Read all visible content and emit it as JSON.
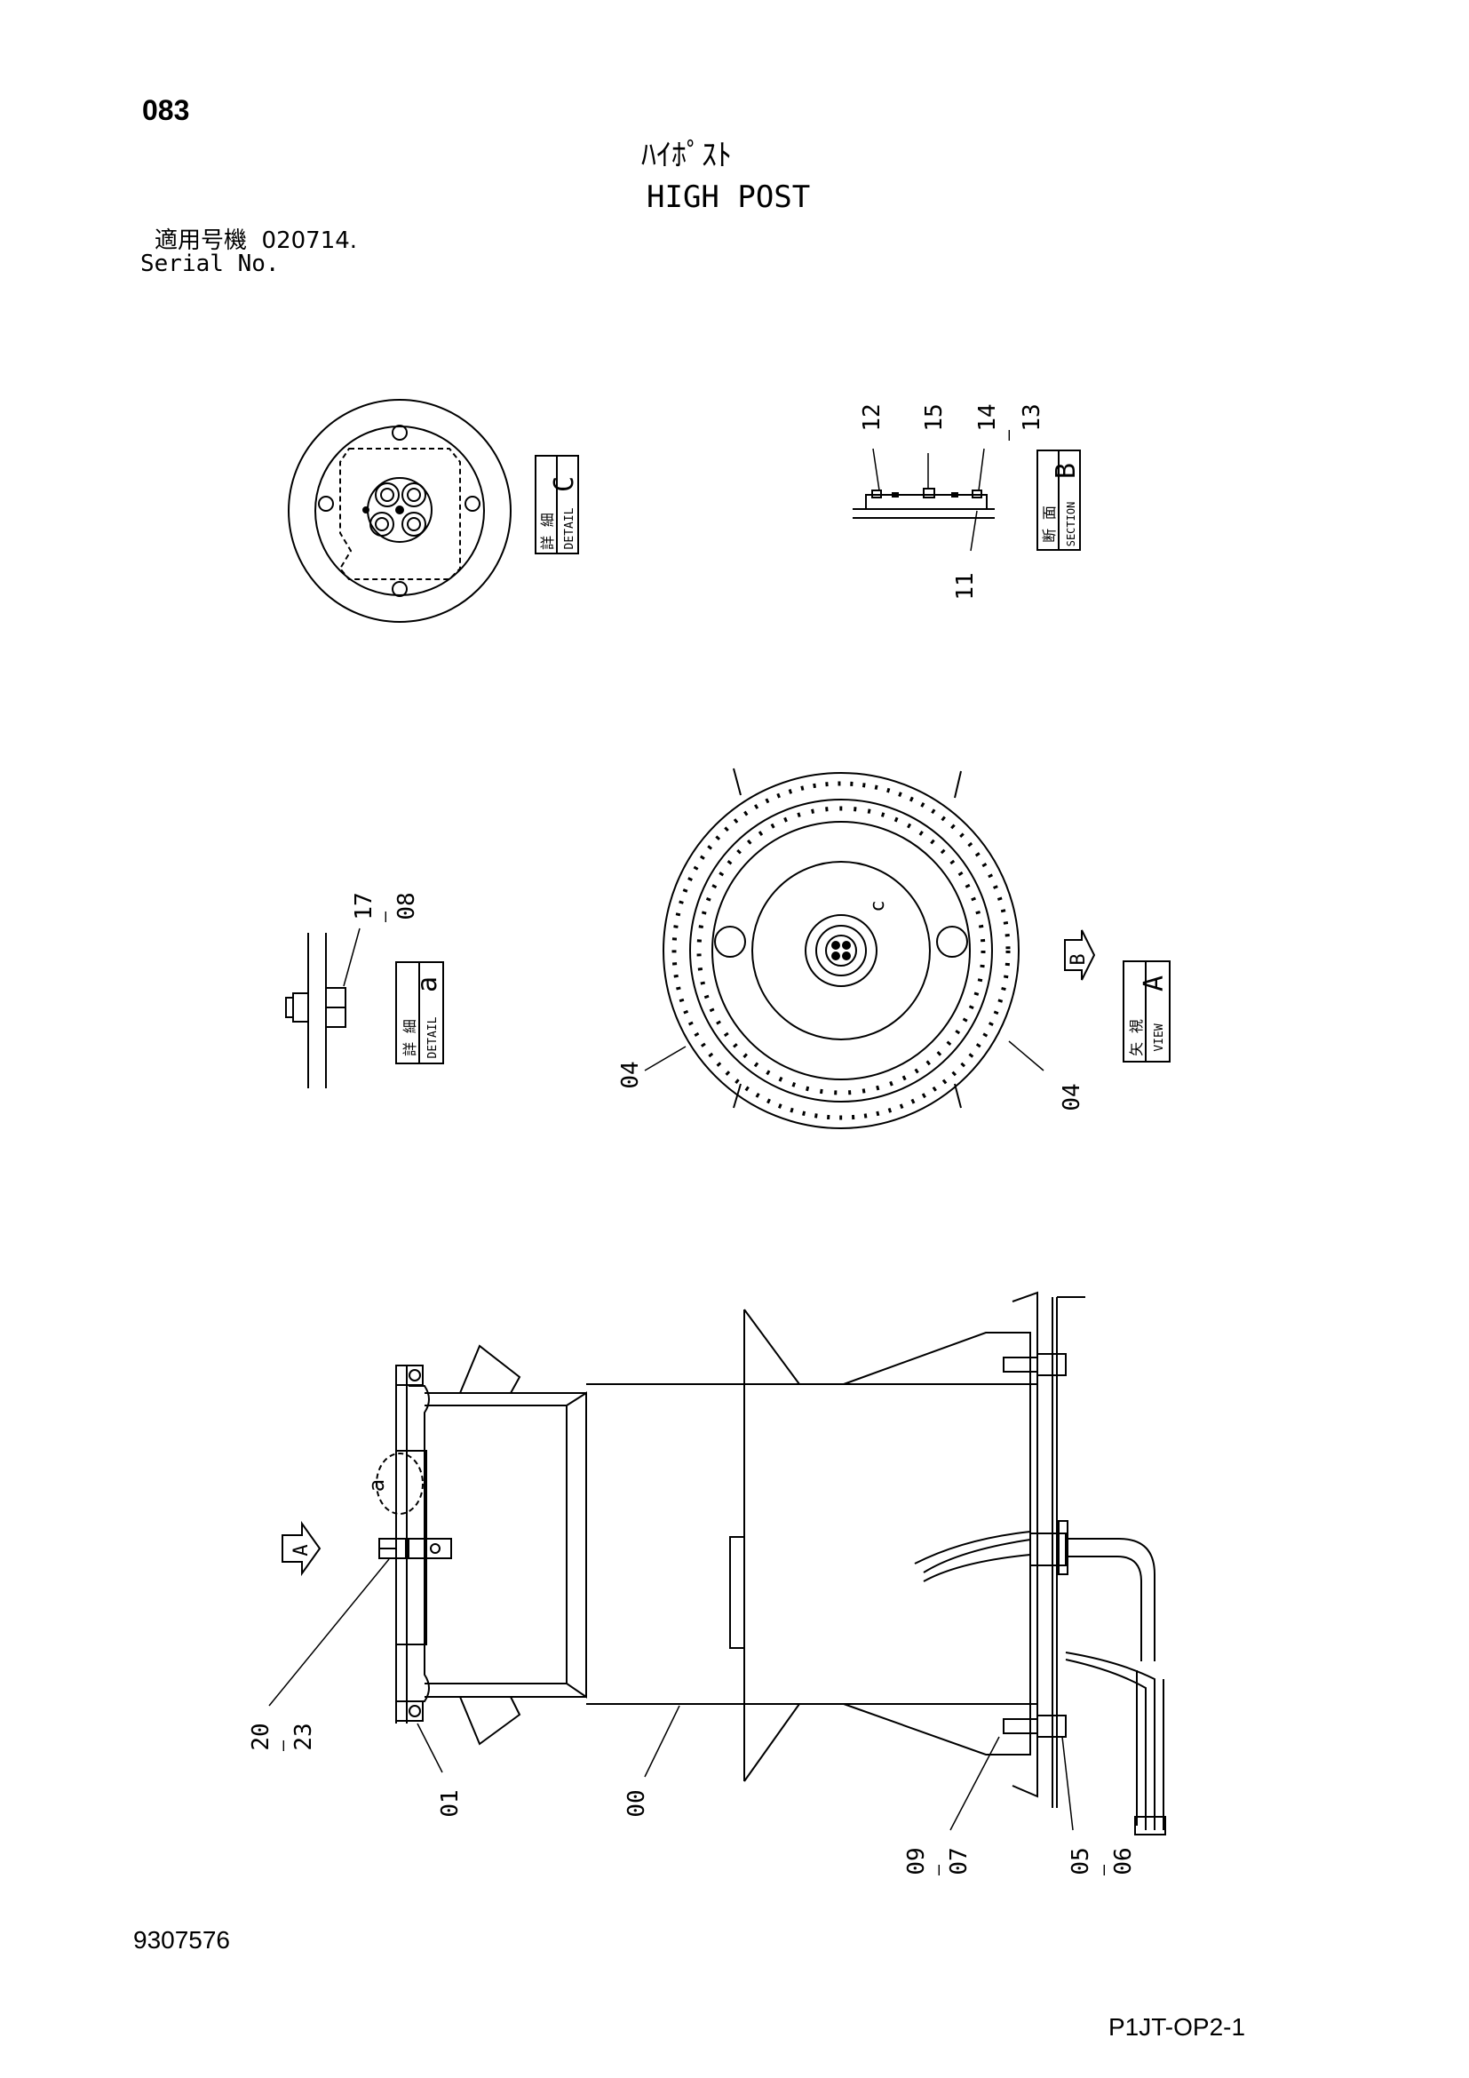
{
  "header": {
    "page_number": "083",
    "title_jp": "ﾊｲﾎﾟｽﾄ",
    "title_en": "HIGH POST",
    "serial_label_jp": "適用号機",
    "serial_value": "020714.",
    "serial_label_en": "Serial No."
  },
  "views": {
    "detail_c": {
      "jp": "詳 細",
      "en": "DETAIL",
      "letter": "C"
    },
    "section_b": {
      "jp": "断 面",
      "en": "SECTION",
      "letter": "B"
    },
    "detail_a": {
      "jp": "詳 細",
      "en": "DETAIL",
      "letter": "a"
    },
    "view_a": {
      "jp": "矢 視",
      "en": "VIEW",
      "letter": "A"
    }
  },
  "callouts": {
    "section_b": [
      "12",
      "15",
      "14",
      "13",
      "11"
    ],
    "detail_a": [
      "17",
      "08"
    ],
    "view_a": [
      "04",
      "04"
    ],
    "view_a_markers": [
      "c",
      "B"
    ],
    "main": [
      "20",
      "23",
      "01",
      "00",
      "09",
      "07",
      "05",
      "06"
    ],
    "main_markers": [
      "a",
      "A"
    ]
  },
  "footer": {
    "doc_number": "9307576",
    "sheet_code": "P1JT-OP2-1"
  }
}
